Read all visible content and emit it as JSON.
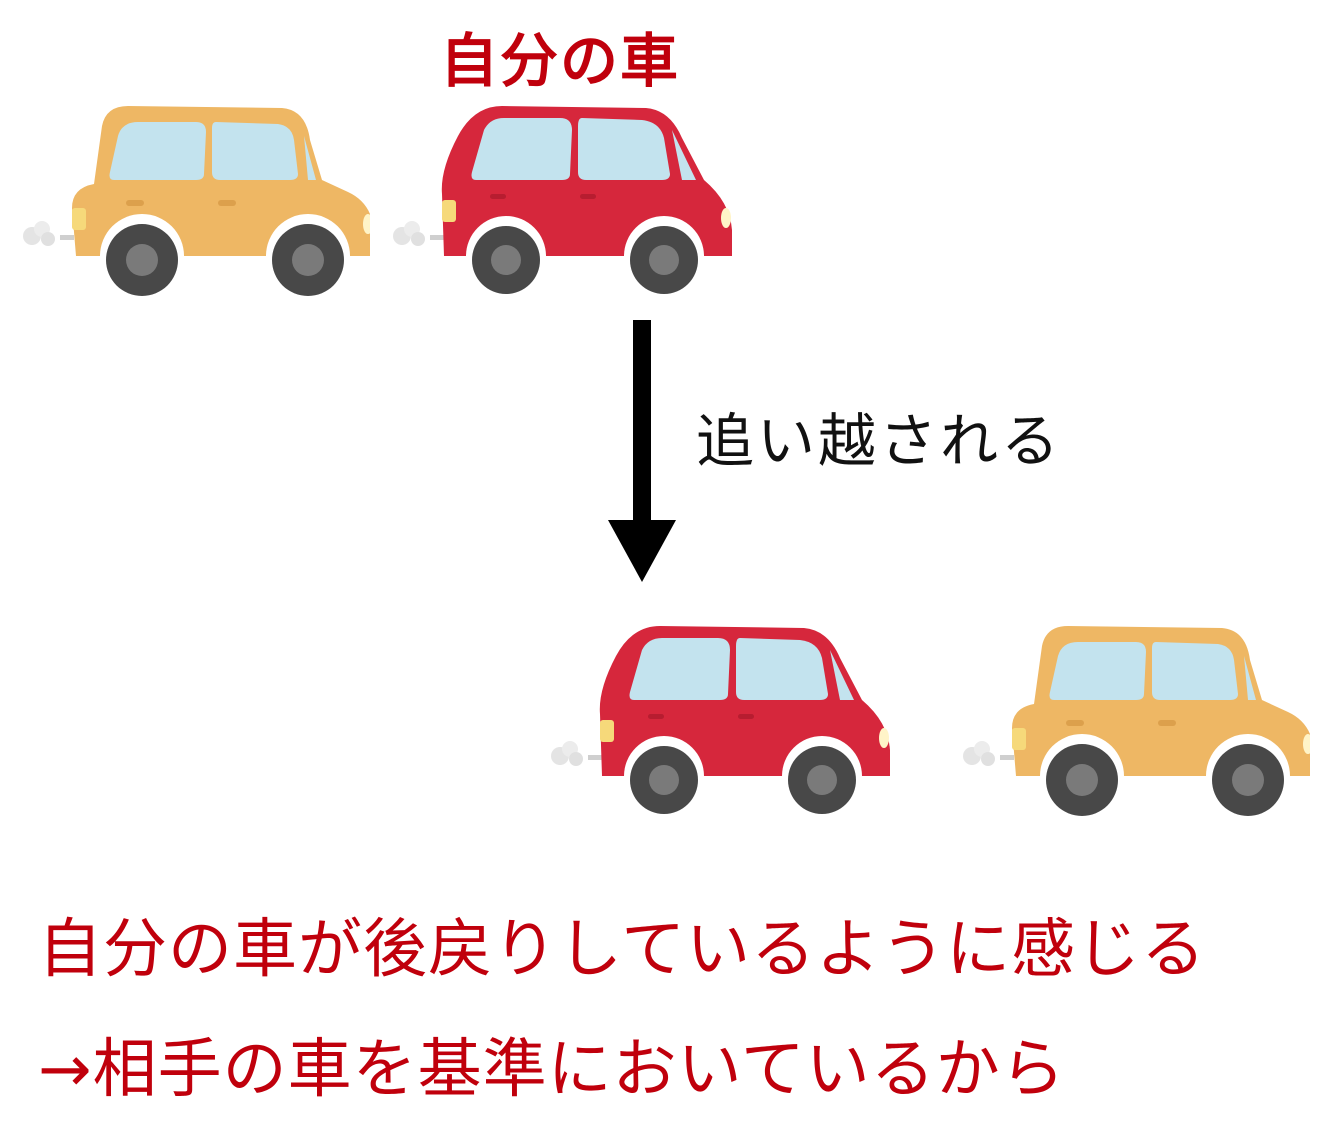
{
  "labels": {
    "my_car": "自分の車",
    "overtaken": "追い越される"
  },
  "captions": {
    "line1": "自分の車が後戻りしているように感じる",
    "line2": "→相手の車を基準においているから"
  },
  "colors": {
    "label_red": "#c0000c",
    "car_orange": "#eeb764",
    "car_red": "#d6273c",
    "window": "#c3e3ee",
    "tire": "#484848",
    "hub": "#7a7a7a",
    "arrow": "#000000"
  }
}
